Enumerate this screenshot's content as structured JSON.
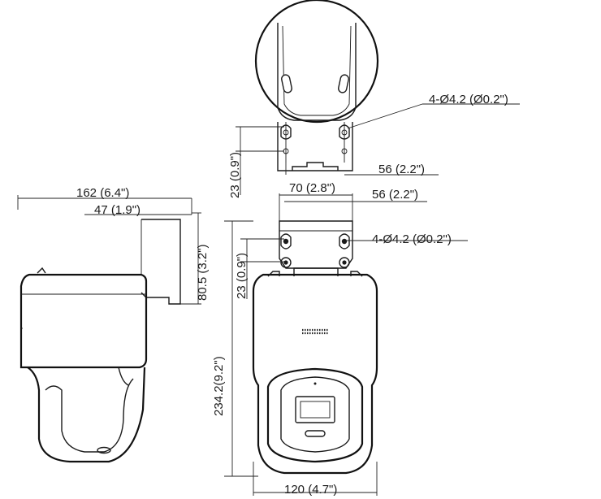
{
  "diagram": {
    "labels": {
      "side_width": "162 (6.4\")",
      "side_bracket_depth": "47 (1.9\")",
      "side_bracket_height": "80.5 (3.2\")",
      "top_hole_spec": "4-Ø4.2 (Ø0.2\")",
      "top_hole_vertical": "23 (0.9\")",
      "top_hole_horizontal": "56 (2.2\")",
      "front_hole_horizontal_outer": "70 (2.8\")",
      "front_hole_horizontal_inner": "56 (2.2\")",
      "front_hole_spec": "4-Ø4.2 (Ø0.2\")",
      "front_hole_vertical": "23 (0.9\")",
      "front_height": "234.2(9.2\")",
      "front_width": "120 (4.7\")"
    }
  }
}
